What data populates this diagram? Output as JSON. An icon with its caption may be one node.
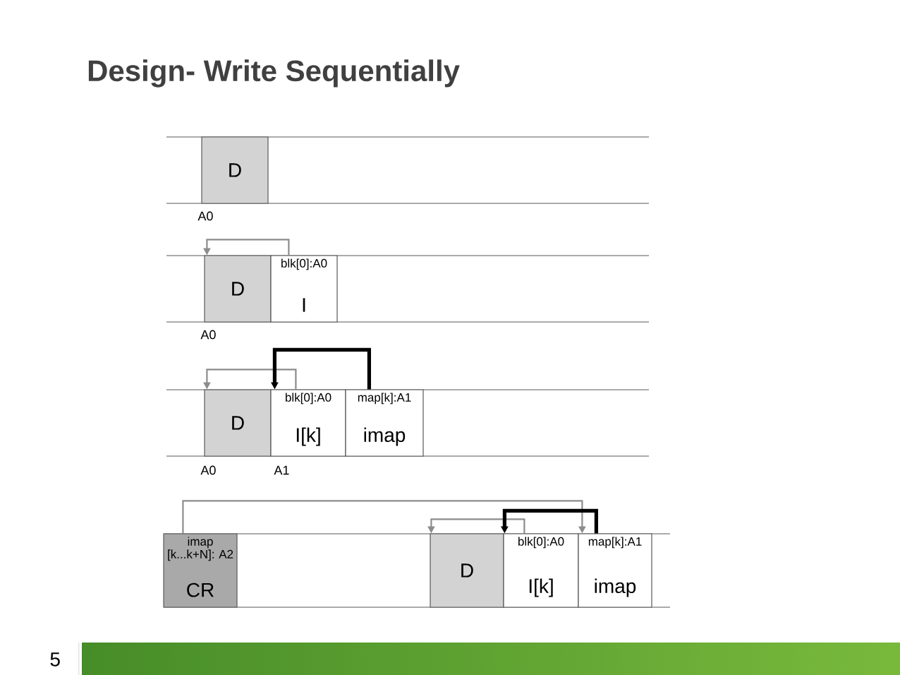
{
  "diagram": {
    "title": "Design- Write Sequentially",
    "nodes": [
      {
        "text": [
          "D"
        ]
      },
      {
        "text": [
          "D"
        ]
      },
      {
        "text": [
          "blk[0]:A0",
          "I"
        ]
      },
      {
        "text": [
          "D"
        ]
      },
      {
        "text": [
          "blk[0]:A0",
          "I[k]"
        ]
      },
      {
        "text": [
          "map[k]:A1",
          "imap"
        ]
      },
      {
        "text": [
          "imap [k...k+N]: A2",
          "CR"
        ]
      },
      {
        "text": [
          "D"
        ]
      },
      {
        "text": [
          "blk[0]:A0",
          "I[k]"
        ]
      },
      {
        "text": [
          "map[k]:A1",
          "imap"
        ]
      }
    ],
    "edges": [
      {
        "from": 2,
        "to": 1,
        "arrow": "to"
      },
      {
        "from": 4,
        "to": 3,
        "arrow": "to"
      },
      {
        "from": 5,
        "to": 4,
        "arrow": "to",
        "style": "thick",
        "color": "#000000"
      },
      {
        "from": 6,
        "to": 9,
        "arrow": "to"
      },
      {
        "from": 8,
        "to": 7,
        "arrow": "to"
      },
      {
        "from": 9,
        "to": 8,
        "arrow": "to",
        "style": "thick",
        "color": "#000000"
      }
    ],
    "labels": [
      "A0",
      "A0",
      "A0",
      "A1",
      "5"
    ]
  }
}
